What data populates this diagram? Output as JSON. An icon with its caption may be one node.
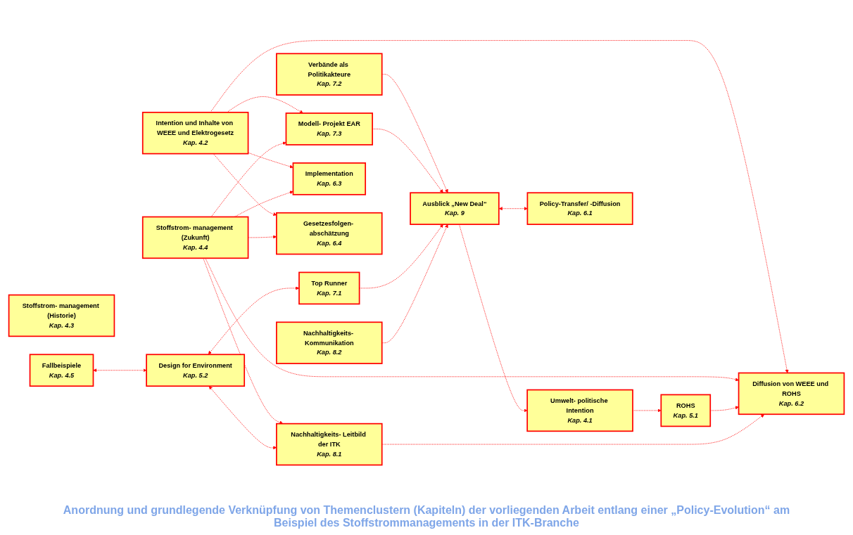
{
  "diagram": {
    "caption": "Anordnung und grundlegende Verknüpfung von Themenclustern (Kapiteln) der vorliegenden Arbeit entlang einer „Policy-Evolution“ am Beispiel des Stoffstrommanagements in der ITK-Branche",
    "nodes": [
      {
        "text": [
          "Verbände als Politikakteure",
          "Kap. 7.2"
        ]
      },
      {
        "text": [
          "Modell- Projekt EAR",
          "Kap. 7.3"
        ]
      },
      {
        "text": [
          "Top Runner",
          "Kap. 7.1"
        ]
      },
      {
        "text": [
          "Ausblick „New Deal“",
          "Kap. 9"
        ]
      },
      {
        "text": [
          "Umwelt- politische Intention",
          "Kap. 4.1"
        ]
      },
      {
        "text": [
          "Intention und Inhalte von WEEE und Elektrogesetz",
          "Kap. 4.2"
        ]
      },
      {
        "text": [
          "Stoffstrom- management (Historie)",
          "Kap. 4.3"
        ]
      },
      {
        "text": [
          "Stoffstrom- management (Zukunft)",
          "Kap. 4.4"
        ]
      },
      {
        "text": [
          "Fallbeispiele",
          "Kap. 4.5"
        ]
      },
      {
        "text": [
          "Implementation",
          "Kap. 6.3"
        ]
      },
      {
        "text": [
          "Policy-Transfer/ -Diffusion",
          "Kap. 6.1"
        ]
      },
      {
        "text": [
          "Gesetzesfolgen- abschätzung",
          "Kap. 6.4"
        ]
      },
      {
        "text": [
          "Diffusion von WEEE und ROHS",
          "Kap. 6.2"
        ]
      },
      {
        "text": [
          "ROHS",
          "Kap. 5.1"
        ]
      },
      {
        "text": [
          "Design for Environment",
          "Kap. 5.2"
        ]
      },
      {
        "text": [
          "Nachhaltigkeits- Leitbild der ITK",
          "Kap. 8.1"
        ]
      },
      {
        "text": [
          "Nachhaltigkeits- Kommunikation",
          "Kap. 8.2"
        ]
      }
    ],
    "edges": [
      {
        "from": 0,
        "to": 3,
        "arrow": "to",
        "style": "dashed"
      },
      {
        "from": 1,
        "to": 3,
        "arrow": "to",
        "style": "dashed"
      },
      {
        "from": 2,
        "to": 3,
        "arrow": "to",
        "style": "dashed"
      },
      {
        "from": 3,
        "to": 4,
        "arrow": "to",
        "style": "dashed"
      },
      {
        "from": 3,
        "to": 10,
        "arrow": "both",
        "style": "dashed"
      },
      {
        "from": 16,
        "to": 3,
        "arrow": "to",
        "style": "dashed"
      },
      {
        "from": 5,
        "to": 1,
        "arrow": "to",
        "style": "dashed"
      },
      {
        "from": 7,
        "to": 1,
        "arrow": "to",
        "style": "dashed"
      },
      {
        "from": 14,
        "to": 2,
        "arrow": "both",
        "style": "dashed"
      },
      {
        "from": 5,
        "to": 9,
        "arrow": "to",
        "style": "dashed"
      },
      {
        "from": 5,
        "to": 11,
        "arrow": "to",
        "style": "dashed"
      },
      {
        "from": 5,
        "to": 12,
        "arrow": "to",
        "style": "dashed"
      },
      {
        "from": 7,
        "to": 9,
        "arrow": "to",
        "style": "dashed"
      },
      {
        "from": 7,
        "to": 11,
        "arrow": "to",
        "style": "dashed"
      },
      {
        "from": 7,
        "to": 12,
        "arrow": "to",
        "style": "dashed"
      },
      {
        "from": 7,
        "to": 15,
        "arrow": "to",
        "style": "dashed"
      },
      {
        "from": 4,
        "to": 13,
        "arrow": "to",
        "style": "dashed"
      },
      {
        "from": 8,
        "to": 14,
        "arrow": "both",
        "style": "dashed"
      },
      {
        "from": 13,
        "to": 12,
        "arrow": "to",
        "style": "dashed"
      },
      {
        "from": 15,
        "to": 12,
        "arrow": "to",
        "style": "dashed"
      },
      {
        "from": 14,
        "to": 15,
        "arrow": "both",
        "style": "dashed"
      }
    ]
  }
}
